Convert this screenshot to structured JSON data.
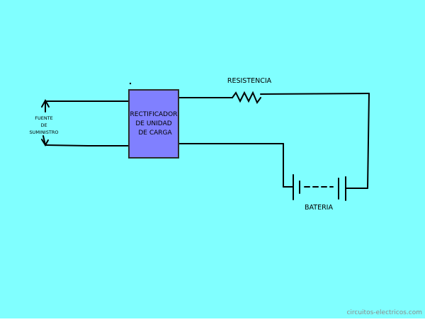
{
  "colors": {
    "background": "#80ffff",
    "wire": "#000000",
    "block_fill": "#8080ff",
    "block_border": "#2b2b2b"
  },
  "source": {
    "line1": "FUENTE",
    "line2": "DE",
    "line3": "SUMINISTRO"
  },
  "rectifier": {
    "line1": "RECTIFICADOR",
    "line2": "DE UNIDAD",
    "line3": "DE CARGA"
  },
  "resistor_label": "RESISTENCIA",
  "battery_label": "BATERIA",
  "watermark": "circuitos-electricos.com"
}
